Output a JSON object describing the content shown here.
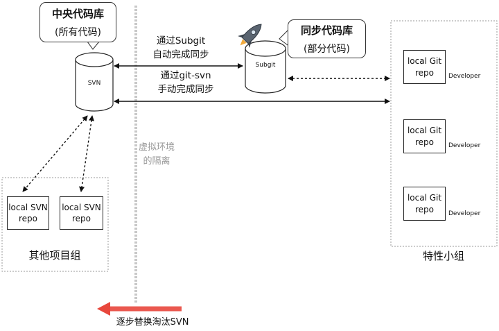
{
  "central_repo": {
    "title": "中央代码库",
    "subtitle": "(所有代码)",
    "db_label": "SVN"
  },
  "sync_repo": {
    "title": "同步代码库",
    "subtitle": "(部分代码)",
    "db_label": "Subgit"
  },
  "connectors": {
    "auto_sync_line1": "通过Subgit",
    "auto_sync_line2": "自动完成同步",
    "manual_sync_line1": "通过git-svn",
    "manual_sync_line2": "手动完成同步"
  },
  "virtual_isolation": {
    "line1": "虚拟环境",
    "line2": "的隔离"
  },
  "other_groups": {
    "title": "其他项目组",
    "repos": [
      {
        "line1": "local SVN",
        "line2": "repo"
      },
      {
        "line1": "local SVN",
        "line2": "repo"
      }
    ]
  },
  "feature_group": {
    "title": "特性小组",
    "repos": [
      {
        "line1": "local Git",
        "line2": "repo",
        "role": "Developer"
      },
      {
        "line1": "local Git",
        "line2": "repo",
        "role": "Developer"
      },
      {
        "line1": "local Git",
        "line2": "repo",
        "role": "Developer"
      }
    ]
  },
  "migration": {
    "label": "逐步替换淘汰SVN",
    "arrow_color": "#e8473c"
  },
  "icons": {
    "rocket": "rocket-icon"
  }
}
